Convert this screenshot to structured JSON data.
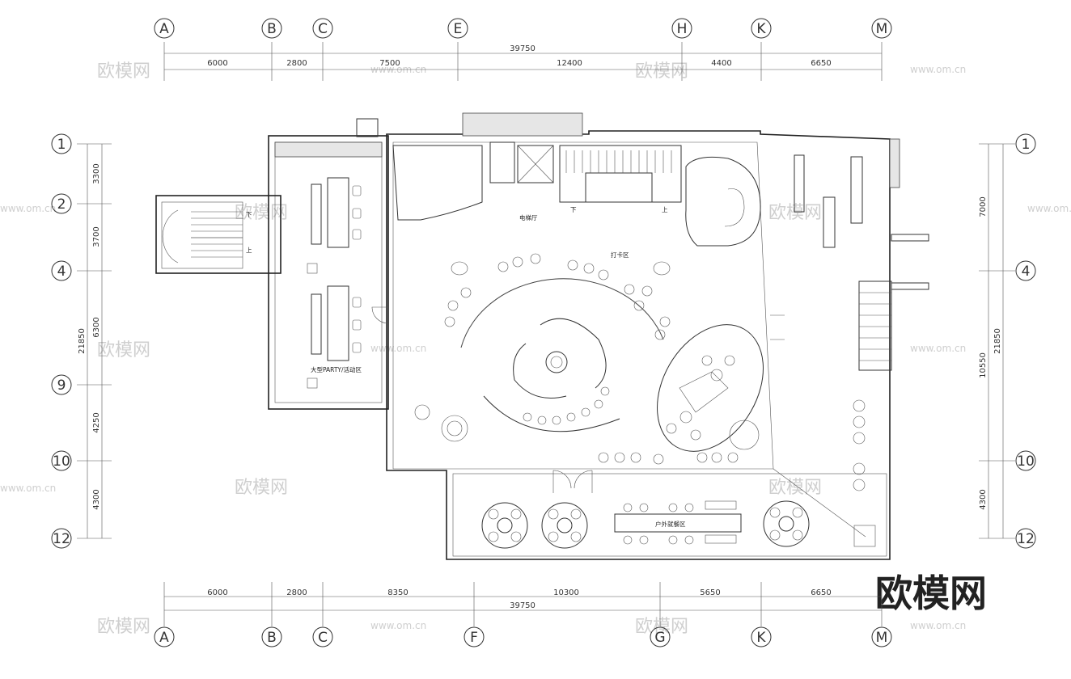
{
  "axes_top": [
    "A",
    "B",
    "C",
    "E",
    "H",
    "K",
    "M"
  ],
  "axes_bottom": [
    "A",
    "B",
    "C",
    "F",
    "G",
    "K",
    "M"
  ],
  "axes_left": [
    "1",
    "2",
    "4",
    "9",
    "10",
    "12"
  ],
  "axes_right": [
    "1",
    "4",
    "10",
    "12"
  ],
  "dims_top": {
    "total": "39750",
    "segments": [
      "6000",
      "2800",
      "7500",
      "12400",
      "4400",
      "6650"
    ]
  },
  "dims_bottom": {
    "total": "39750",
    "segments": [
      "6000",
      "2800",
      "8350",
      "10300",
      "5650",
      "6650"
    ]
  },
  "dims_left": {
    "total": "21850",
    "segments": [
      "3300",
      "3700",
      "6300",
      "4250",
      "4300"
    ]
  },
  "dims_right": {
    "total": "21850",
    "segments": [
      "7000",
      "10550",
      "4300"
    ]
  },
  "rooms": {
    "party": "大型PARTY/活动区",
    "bar": "打卡区",
    "elevator_hall": "电梯厅",
    "stair_up_1": "上",
    "stair_down_1": "下",
    "stair_up_2": "上",
    "stair_down_2": "下",
    "outdoor_dining": "户外就餐区"
  },
  "watermark": {
    "small": "欧模网",
    "url": "www.om.cn",
    "big": "欧模网"
  }
}
